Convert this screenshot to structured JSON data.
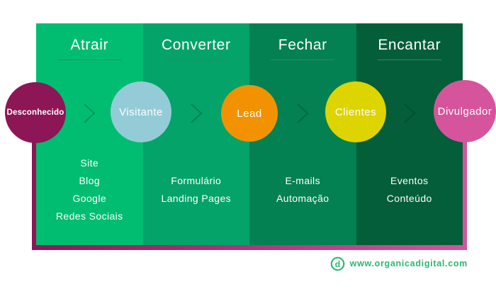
{
  "stages": [
    {
      "title": "Atrair",
      "bg": "#00bd72",
      "items": [
        "Site",
        "Blog",
        "Google",
        "Redes Sociais"
      ]
    },
    {
      "title": "Converter",
      "bg": "#04a369",
      "items": [
        "Formulário",
        "Landing Pages"
      ]
    },
    {
      "title": "Fechar",
      "bg": "#038152",
      "items": [
        "E-mails",
        "Automação"
      ]
    },
    {
      "title": "Encantar",
      "bg": "#045e3a",
      "items": [
        "Eventos",
        "Conteúdo"
      ]
    }
  ],
  "personas": [
    {
      "label": "Desconhecido",
      "color": "#8c1656"
    },
    {
      "label": "Visitante",
      "color": "#93ccd7"
    },
    {
      "label": "Lead",
      "color": "#f39200"
    },
    {
      "label": "Clientes",
      "color": "#ddd400"
    },
    {
      "label": "Divulgador",
      "color": "#d6549c"
    }
  ],
  "frame": {
    "gradient_start": "#8c1656",
    "gradient_end": "#d6549c"
  },
  "footer": {
    "website": "www.organicadigital.com",
    "logo_icon": "organica-digital-logo",
    "color": "#2bb673"
  }
}
